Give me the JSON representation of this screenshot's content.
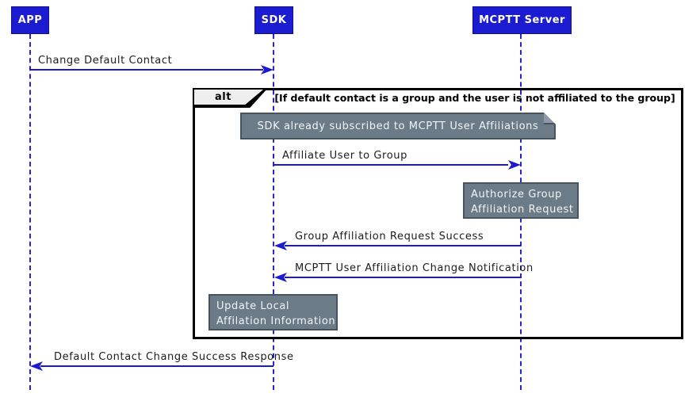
{
  "diagram": {
    "type": "sequence",
    "participants": [
      {
        "label": "APP"
      },
      {
        "label": "SDK"
      },
      {
        "label": "MCPTT Server"
      }
    ],
    "messages": [
      {
        "from": "APP",
        "to": "SDK",
        "label": "Change Default Contact"
      },
      {
        "from": "SDK",
        "to": "MCPTT Server",
        "label": "Affiliate User to Group"
      },
      {
        "from": "MCPTT Server",
        "to": "SDK",
        "label": "Group Affiliation Request Success"
      },
      {
        "from": "MCPTT Server",
        "to": "SDK",
        "label": "MCPTT User Affiliation Change Notification"
      },
      {
        "from": "SDK",
        "to": "APP",
        "label": "Default Contact Change Success Response"
      }
    ],
    "fragment": {
      "operator": "alt",
      "guard": "[If default contact is a group and the user is not affiliated to the group]"
    },
    "note": {
      "text": "SDK already subscribed to MCPTT User Affiliations"
    },
    "actions": [
      {
        "line1": "Authorize Group",
        "line2": "Affiliation Request",
        "on": "MCPTT Server"
      },
      {
        "line1": "Update Local",
        "line2": "Affilation Information",
        "on": "SDK"
      }
    ],
    "colors": {
      "participant_fill": "#1b1bd1",
      "arrow_blue": "#1a1ad1",
      "box_gray": "#6b7b88",
      "box_border": "#46545e",
      "frame_border": "#000000",
      "operator_bg": "#eeeeee"
    }
  }
}
